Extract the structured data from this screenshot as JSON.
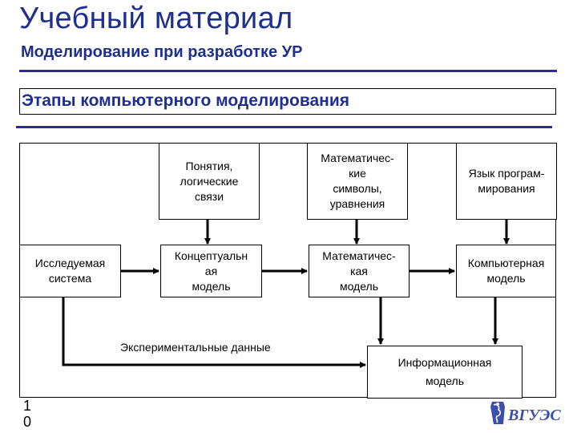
{
  "header": {
    "title": "Учебный материал",
    "subtitle": "Моделирование при разработке УР"
  },
  "section": {
    "title": "Этапы компьютерного моделирования"
  },
  "diagram": {
    "boxes": {
      "concepts": "Понятия,\nлогические\nсвязи",
      "math_symbols": "Математичес-\nкие\nсимволы,\nуравнения",
      "prog_language": "Язык програм-\nмирования",
      "studied_system": "Исследуемая\nсистема",
      "conceptual_model": "Концептуальн\nая\nмодель",
      "math_model": "Математичес-\nкая\nмодель",
      "computer_model": "Компьютерная\nмодель",
      "info_model": "Информационная\nмодель"
    },
    "edge_label": "Экспериментальные данные",
    "colors": {
      "lines": "#000000",
      "title": "#1f2f8f",
      "rule": "#2b2f8a"
    }
  },
  "footer": {
    "page_number": "1\n0",
    "logo_text": "ВГУЭС"
  }
}
